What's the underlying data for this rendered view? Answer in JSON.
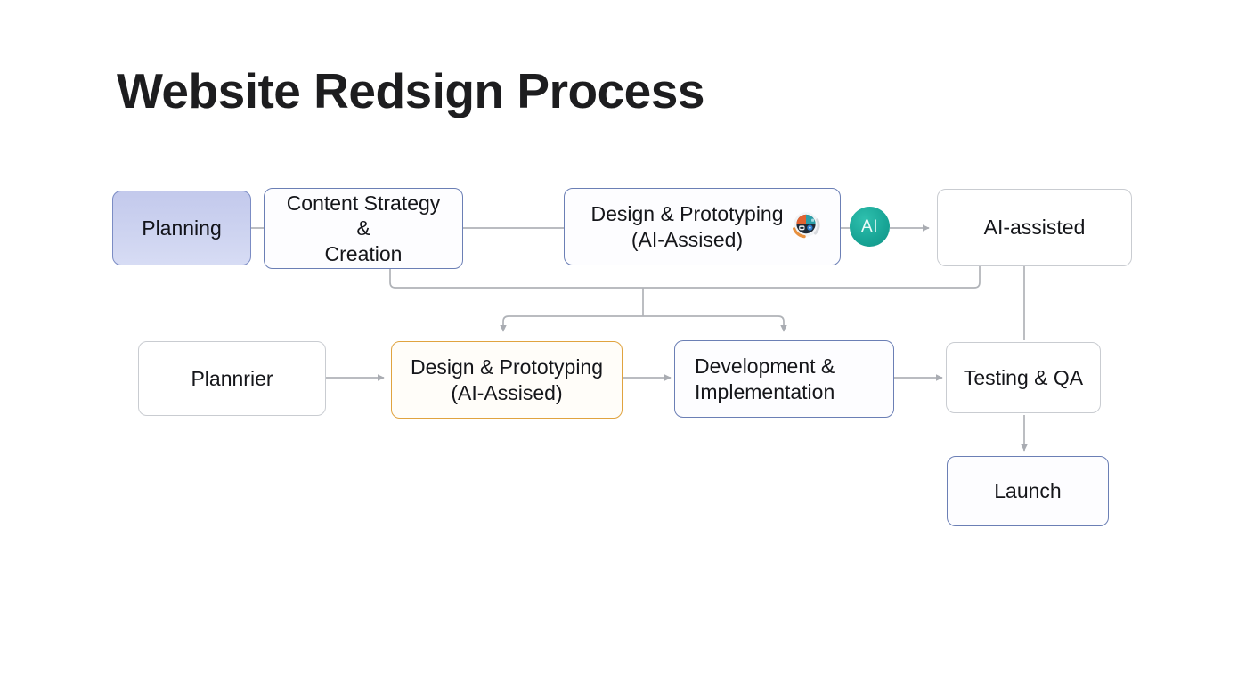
{
  "page": {
    "title": "Website Redsign Process",
    "background_color": "#ffffff",
    "title_color": "#1d1d1f"
  },
  "palette": {
    "blue_border": "#6b7fb5",
    "gray_border": "#c9ccd1",
    "orange_border": "#e0a33f",
    "lavender_fill": "#c7cdee",
    "teal_badge": "#17a398",
    "connector_gray": "#b0b3b8"
  },
  "diagram": {
    "type": "flowchart",
    "nodes": [
      {
        "id": "planning",
        "label": "Planning",
        "style": "filled",
        "row": 1
      },
      {
        "id": "content",
        "label": "Content Strategy & Creation",
        "style": "blue",
        "row": 1
      },
      {
        "id": "design-top",
        "label": "Design & Prototyping (AI-Assised)",
        "style": "blue",
        "row": 1,
        "icon": "robot-icon"
      },
      {
        "id": "ai-assisted",
        "label": "AI-assisted",
        "style": "gray",
        "row": 1
      },
      {
        "id": "plannrier",
        "label": "Plannrier",
        "style": "gray",
        "row": 2
      },
      {
        "id": "design-bottom",
        "label": "Design & Prototyping (AI-Assised)",
        "style": "orange",
        "row": 2
      },
      {
        "id": "development",
        "label": "Development & Implementation",
        "style": "blue",
        "row": 2
      },
      {
        "id": "testing",
        "label": "Testing & QA",
        "style": "gray",
        "row": 2
      },
      {
        "id": "launch",
        "label": "Launch",
        "style": "blue",
        "row": 3
      }
    ],
    "labels": {
      "planning": "Planning",
      "content_line1": "Content Strategy &",
      "content_line2": "Creation",
      "design_top_line1": "Design & Prototyping",
      "design_top_line2": "(AI-Assised)",
      "ai_badge": "AI",
      "ai_assisted": "AI-assisted",
      "plannrier": "Plannrier",
      "design_bottom_line1": "Design & Prototyping",
      "design_bottom_line2": "(AI-Assised)",
      "development_line1": "Development &",
      "development_line2": "Implementation",
      "testing": "Testing & QA",
      "launch": "Launch"
    },
    "edges": [
      {
        "from": "planning",
        "to": "content",
        "arrow": false
      },
      {
        "from": "content",
        "to": "design-top",
        "arrow": false
      },
      {
        "from": "design-top",
        "to": "ai-badge",
        "arrow": false
      },
      {
        "from": "ai-badge",
        "to": "ai-assisted",
        "arrow": true
      },
      {
        "from": "content",
        "to": "design-bottom",
        "arrow": true
      },
      {
        "from": "design-top",
        "to": "development",
        "arrow": true
      },
      {
        "from": "plannrier",
        "to": "design-bottom",
        "arrow": true
      },
      {
        "from": "design-bottom",
        "to": "development",
        "arrow": true
      },
      {
        "from": "development",
        "to": "testing",
        "arrow": true
      },
      {
        "from": "ai-assisted",
        "to": "testing",
        "arrow": false
      },
      {
        "from": "testing",
        "to": "launch",
        "arrow": true
      }
    ]
  }
}
